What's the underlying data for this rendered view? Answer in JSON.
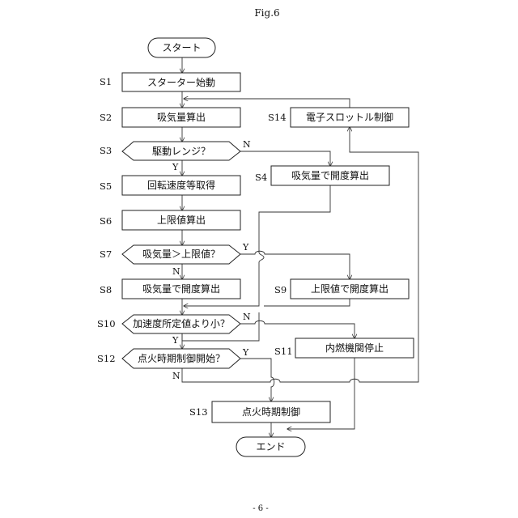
{
  "figure_label": "Fig.6",
  "page_number": "- 6 -",
  "start_label": "スタート",
  "end_label": "エンド",
  "steps": {
    "s1": {
      "id": "S1",
      "label": "スターター始動"
    },
    "s2": {
      "id": "S2",
      "label": "吸気量算出"
    },
    "s3": {
      "id": "S3",
      "label": "駆動レンジ？"
    },
    "s4": {
      "id": "S4",
      "label": "吸気量で開度算出"
    },
    "s5": {
      "id": "S5",
      "label": "回転速度等取得"
    },
    "s6": {
      "id": "S6",
      "label": "上限値算出"
    },
    "s7": {
      "id": "S7",
      "label": "吸気量＞上限値？"
    },
    "s8": {
      "id": "S8",
      "label": "吸気量で開度算出"
    },
    "s9": {
      "id": "S9",
      "label": "上限値で開度算出"
    },
    "s10": {
      "id": "S10",
      "label": "加速度所定値より小？"
    },
    "s11": {
      "id": "S11",
      "label": "内燃機関停止"
    },
    "s12": {
      "id": "S12",
      "label": "点火時期制御開始？"
    },
    "s13": {
      "id": "S13",
      "label": "点火時期制御"
    },
    "s14": {
      "id": "S14",
      "label": "電子スロットル制御"
    }
  },
  "branch": {
    "yes": "Y",
    "no": "N"
  }
}
